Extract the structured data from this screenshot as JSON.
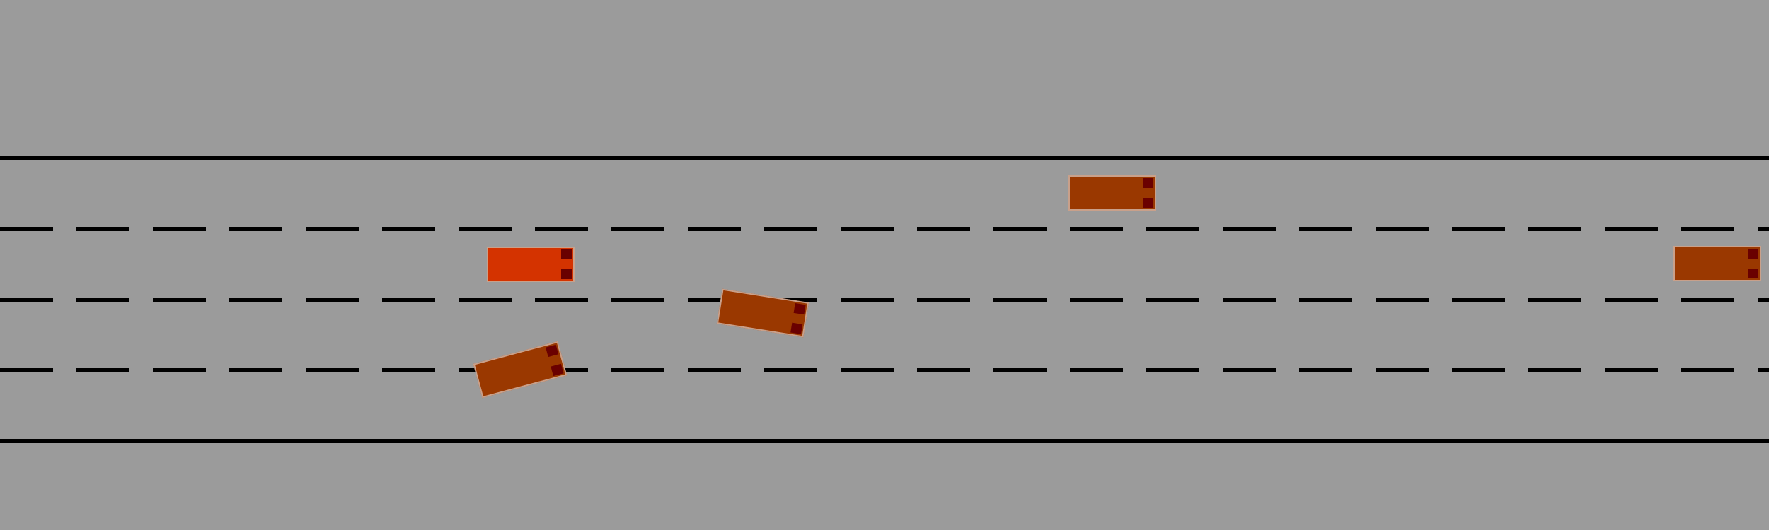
{
  "colors": {
    "background": "#9b9b9b",
    "lane_line": "#000000",
    "ego_vehicle": "#d43300",
    "other_vehicle": "#9a3800",
    "vehicle_lights": "#6a0000"
  },
  "road": {
    "lane_count": 4,
    "boundary_lines": "solid",
    "separator_lines": "dashed"
  },
  "vehicles": [
    {
      "id": "ego",
      "role": "controlled",
      "lane": 2
    },
    {
      "id": "vehicle-1",
      "role": "other",
      "lane": 1
    },
    {
      "id": "vehicle-2",
      "role": "other",
      "lane": 2
    },
    {
      "id": "vehicle-3",
      "role": "other",
      "lane": 3
    },
    {
      "id": "vehicle-4",
      "role": "other",
      "lane": 4
    }
  ]
}
